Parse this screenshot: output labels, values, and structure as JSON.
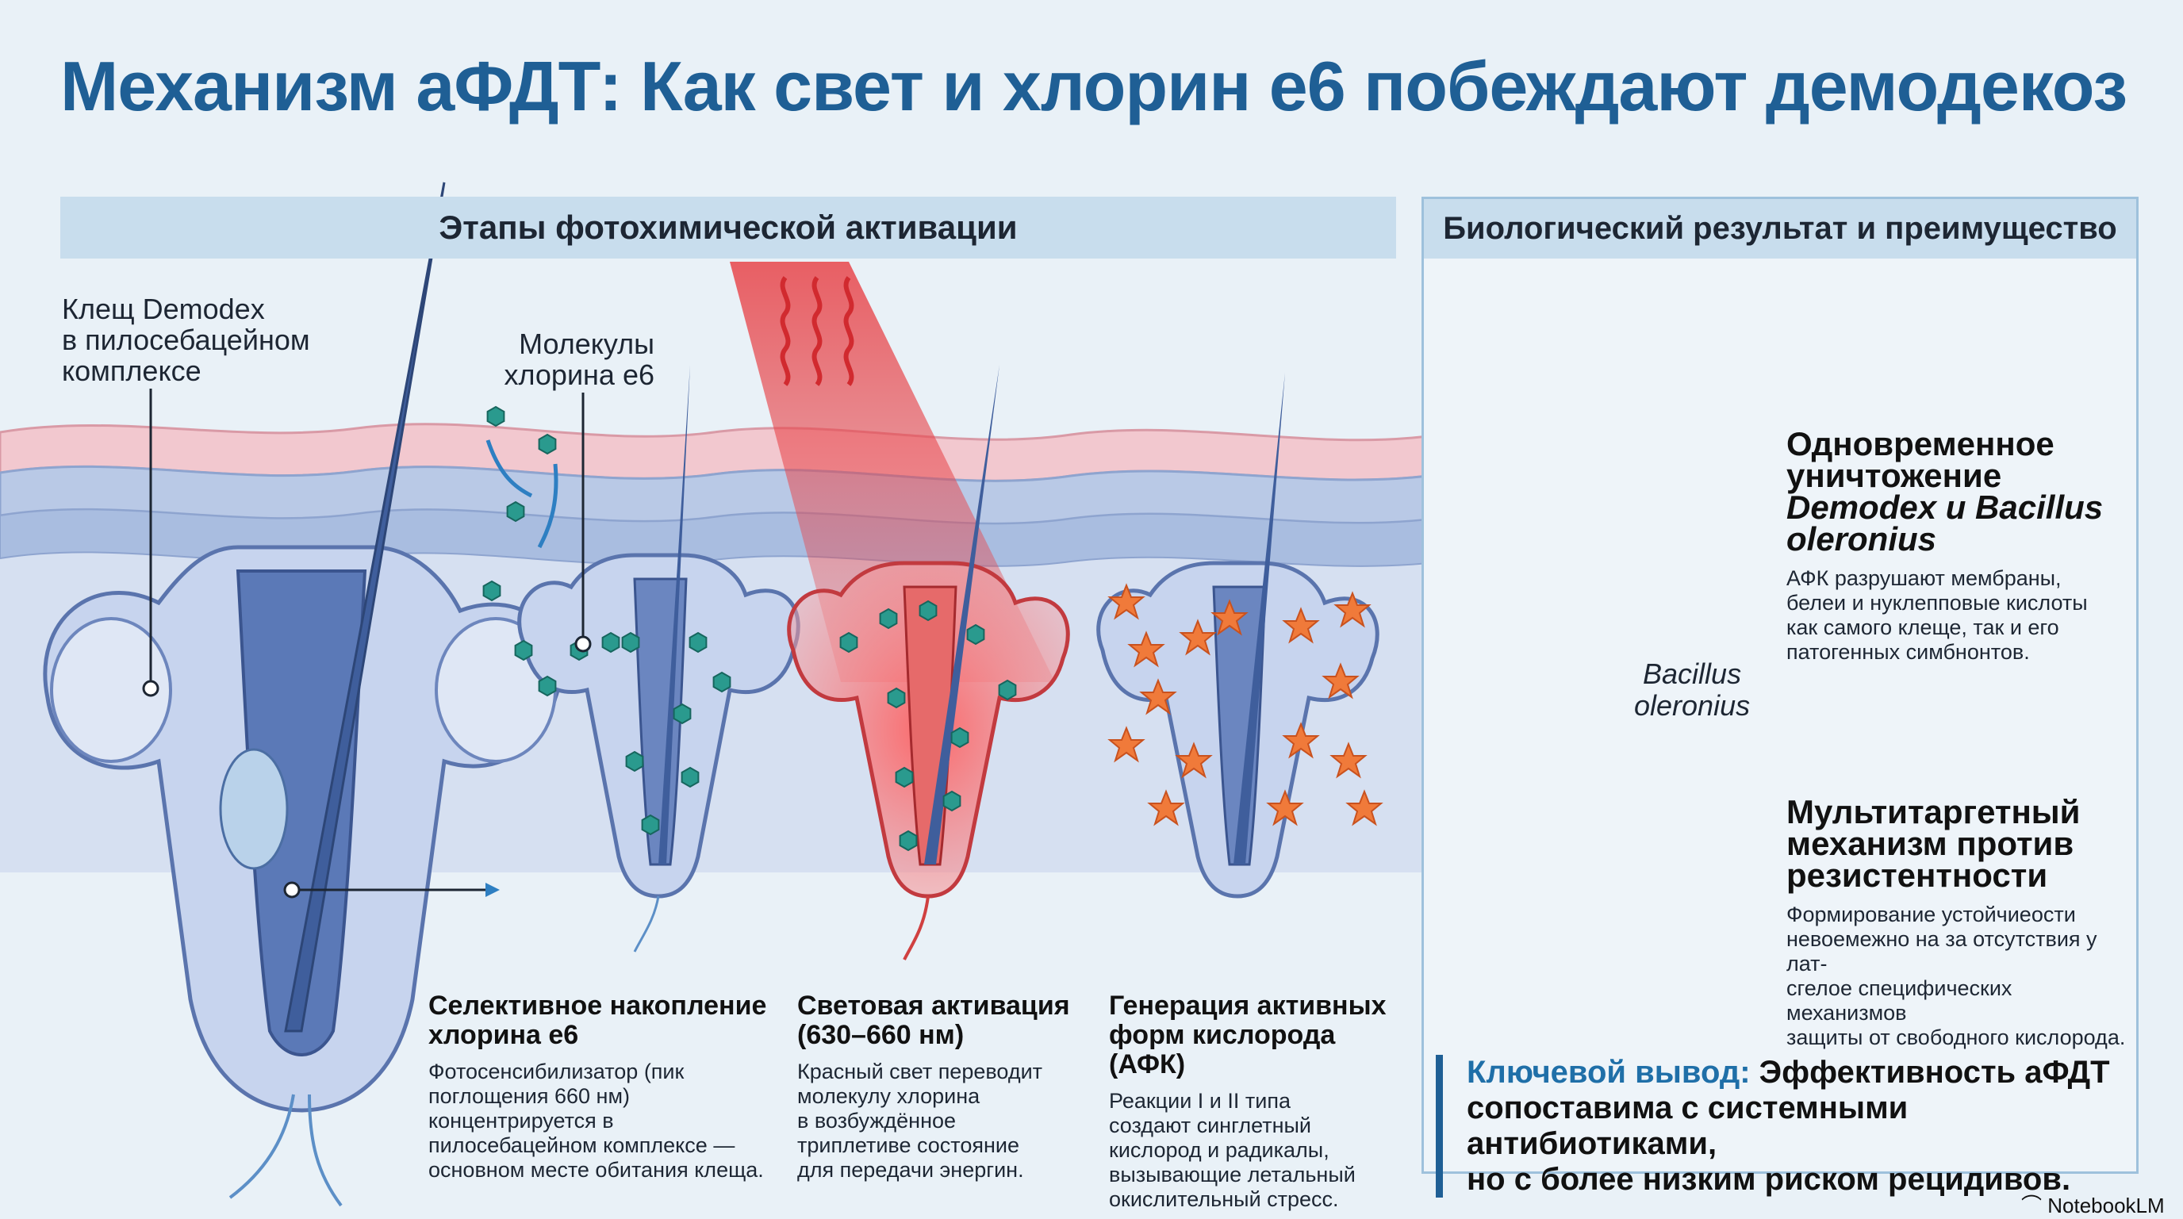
{
  "title": "Механизм аФДТ: Как свет и хлорин е6 побеждают демодекоз",
  "left_section_title": "Этапы фотохимической активации",
  "right_section_title": "Биологический результат и преимущество",
  "labels": {
    "demodex_line1": "Клещ Demodex",
    "demodex_line2": "в пилосебацейном",
    "demodex_line3": "комплексе",
    "chlorin_line1": "Молекулы",
    "chlorin_line2": "хлорина е6"
  },
  "steps": [
    {
      "heading": [
        "Селективное накопление",
        "хлорина е6"
      ],
      "text": [
        "Фотосенсибилизатор (пик",
        "поглощения 660 нм)",
        "концентрируется в",
        "пилосебацейном комплексе —",
        "основном месте обитания клеща."
      ]
    },
    {
      "heading": [
        "Световая активация",
        "(630–660 нм)"
      ],
      "text": [
        "Красный свет переводит",
        "молекулу хлорина",
        "в возбуждённое",
        "триплетиве состояние",
        "для передачи энергин."
      ]
    },
    {
      "heading": [
        "Генерация активных",
        "форм кислорода (АФК)"
      ],
      "text": [
        "Реакции I и II типа",
        "создают синглетный",
        "кислород и радикалы,",
        "вызывающие летальный",
        "окислительный стресс."
      ]
    }
  ],
  "results": [
    {
      "heading_line1": "Одновременное",
      "heading_line2": "уничтожение",
      "heading_line3": "Demodex и Bacillus",
      "heading_line4": "oleronius",
      "text": [
        "АФК разрушают мембраны,",
        "белеи и нуклепповые кислоты",
        "как самого клеще, так и его",
        "патогенных симбнонтов."
      ]
    },
    {
      "heading": [
        "Мультитаргетный",
        "механизм против",
        "резистентности"
      ],
      "text": [
        "Формирование устойчиеости",
        "невоемежно на за отсутствия у лат-",
        "сгелое специфических механизмов",
        "защиты от свободного кислорода."
      ]
    }
  ],
  "bacillus_label": [
    "Bacillus",
    "oleronius"
  ],
  "conclusion": {
    "key": "Ключевой вывод:",
    "line1_rest": " Эффективность аФДТ",
    "line2": "сопоставима с системными антибиотиками,",
    "line3": "но с более низким риском рецидивов."
  },
  "brand": "NotebookLM",
  "colors": {
    "title": "#1f5f95",
    "header_bar": "#c8dded",
    "skin": "#f2c8cf",
    "dermis": "#b9c9e6",
    "follicle": "#4a6aa8",
    "molecule": "#2a9a8e",
    "red_light": "#e8454a",
    "ros": "#f07a3a",
    "cross": "#e0463f"
  }
}
